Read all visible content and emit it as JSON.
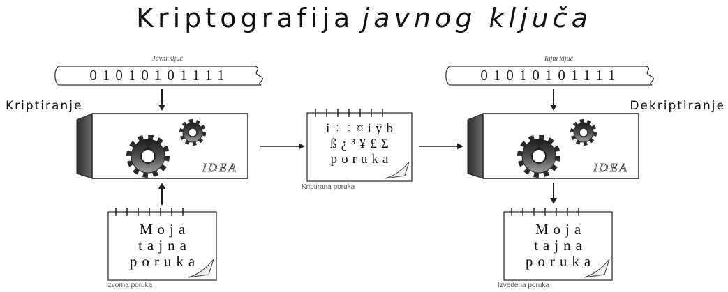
{
  "title": {
    "plain": "Kriptografija",
    "italic": "javnog ključa"
  },
  "public_key": {
    "label": "Javni ključ",
    "bits": "01010101111"
  },
  "private_key": {
    "label": "Tajni ključ",
    "bits": "01010101111"
  },
  "encrypt": {
    "label": "Kriptiranje",
    "algorithm": "IDEA",
    "icon": "gear-icon"
  },
  "decrypt": {
    "label": "Dekriptiranje",
    "algorithm": "IDEA",
    "icon": "gear-icon"
  },
  "ciphertext": {
    "lines": [
      "i÷÷¤iÿb",
      "ß¿³¥£Σ",
      "poruka"
    ],
    "caption": "Kriptirana poruka",
    "icon": "notepad-icon"
  },
  "source_message": {
    "lines": [
      "Moja",
      "tajna",
      "poruka"
    ],
    "caption": "Izvorna poruka",
    "icon": "notepad-icon"
  },
  "derived_message": {
    "lines": [
      "Moja",
      "tajna",
      "poruka"
    ],
    "caption": "Izvedena poruka",
    "icon": "notepad-icon"
  },
  "colors": {
    "line": "#222222",
    "box_side": "#4a4a4a",
    "gear": "#2a2a2a"
  }
}
